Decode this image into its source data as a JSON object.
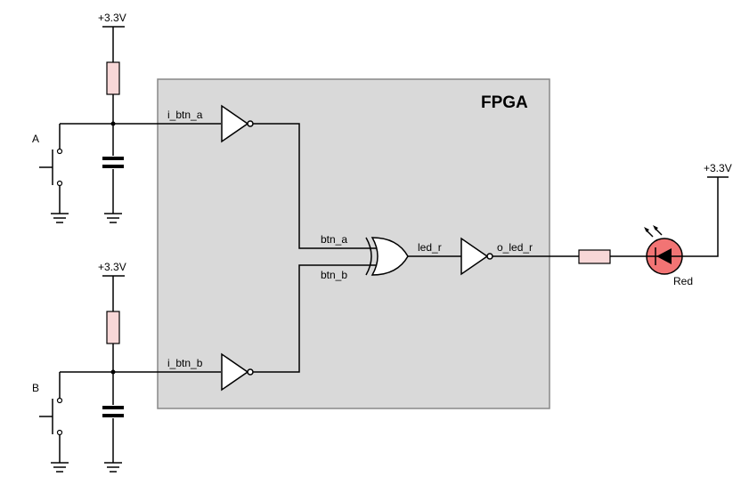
{
  "title": "FPGA",
  "labels": {
    "vcc_a": "+3.3V",
    "vcc_b": "+3.3V",
    "vcc_led": "+3.3V",
    "button_a": "A",
    "button_b": "B",
    "in_a": "i_btn_a",
    "in_b": "i_btn_b",
    "btn_a": "btn_a",
    "btn_b": "btn_b",
    "led_r": "led_r",
    "out": "o_led_r",
    "led_color": "Red"
  },
  "colors": {
    "fpga_fill": "#d9d9d9",
    "fpga_border": "#888888",
    "resistor_fill": "#f8d7d7",
    "led_fill": "#f27474",
    "wire": "#000000"
  },
  "components": {
    "gates": [
      "inverter",
      "inverter",
      "xor",
      "inverter"
    ],
    "led": "led",
    "resistors": 3,
    "capacitors": 2,
    "buttons": 2
  }
}
